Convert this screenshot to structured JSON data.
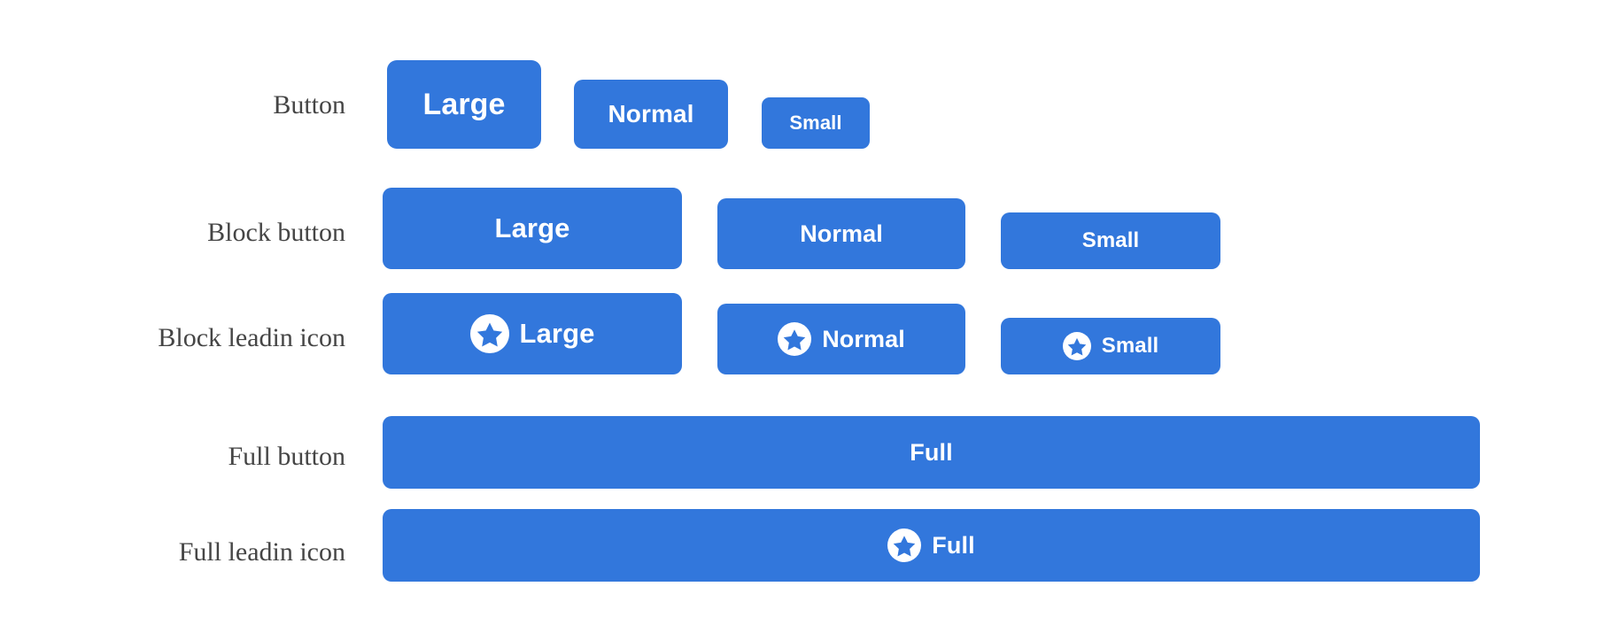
{
  "theme": {
    "background": "#ffffff",
    "button_fill": "#3277dc",
    "button_shadow": "#2c62b4",
    "button_text": "#ffffff",
    "label_text": "#454545",
    "icon_disc": "#ffffff",
    "icon_star": "#3277dc"
  },
  "rows": [
    {
      "label": "Button",
      "buttons": [
        {
          "text": "Large",
          "size": "large",
          "icon": null
        },
        {
          "text": "Normal",
          "size": "normal",
          "icon": null
        },
        {
          "text": "Small",
          "size": "small",
          "icon": null
        }
      ]
    },
    {
      "label": "Block button",
      "buttons": [
        {
          "text": "Large",
          "size": "large",
          "icon": null
        },
        {
          "text": "Normal",
          "size": "normal",
          "icon": null
        },
        {
          "text": "Small",
          "size": "small",
          "icon": null
        }
      ]
    },
    {
      "label": "Block leadin icon",
      "buttons": [
        {
          "text": "Large",
          "size": "large",
          "icon": "star-icon"
        },
        {
          "text": "Normal",
          "size": "normal",
          "icon": "star-icon"
        },
        {
          "text": "Small",
          "size": "small",
          "icon": "star-icon"
        }
      ]
    },
    {
      "label": "Full button",
      "buttons": [
        {
          "text": "Full",
          "size": "full",
          "icon": null
        }
      ]
    },
    {
      "label": "Full leadin icon",
      "buttons": [
        {
          "text": "Full",
          "size": "full",
          "icon": "star-icon"
        }
      ]
    }
  ]
}
